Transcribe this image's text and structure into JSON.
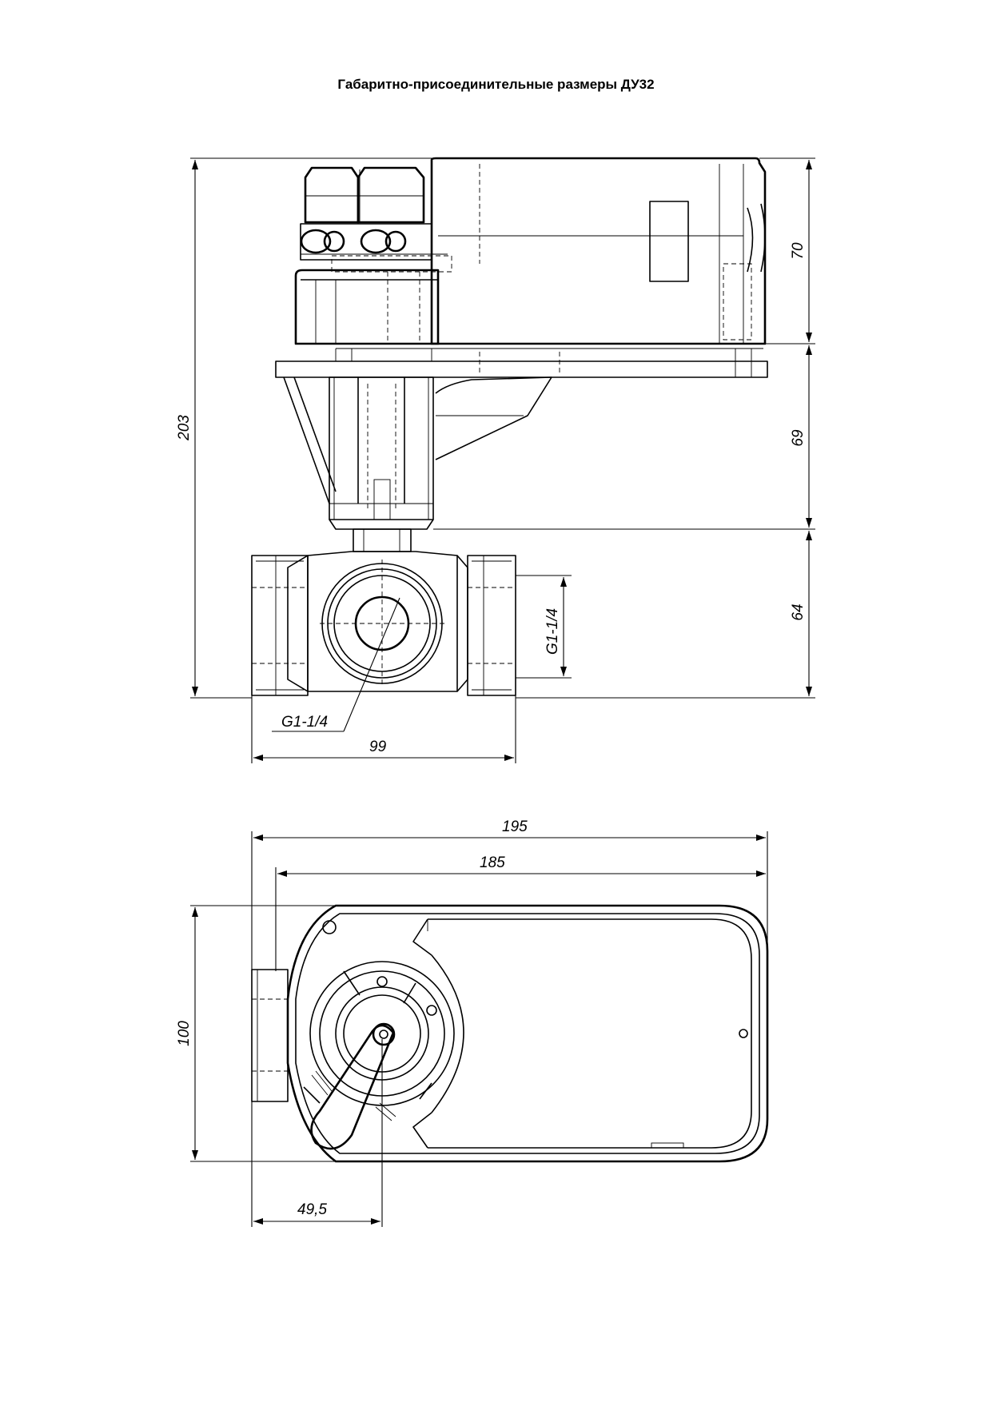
{
  "title": "Габаритно-присоединительные размеры ДУ32",
  "side_view": {
    "dim_overall_height": "203",
    "dim_actuator_height": "70",
    "dim_bracket_height": "69",
    "dim_valve_height": "64",
    "dim_port_side": "G1-1/4",
    "dim_port_front": "G1-1/4",
    "dim_valve_length": "99"
  },
  "top_view": {
    "dim_total_length": "195",
    "dim_actuator_length": "185",
    "dim_width": "100",
    "dim_axis_offset": "49,5"
  }
}
